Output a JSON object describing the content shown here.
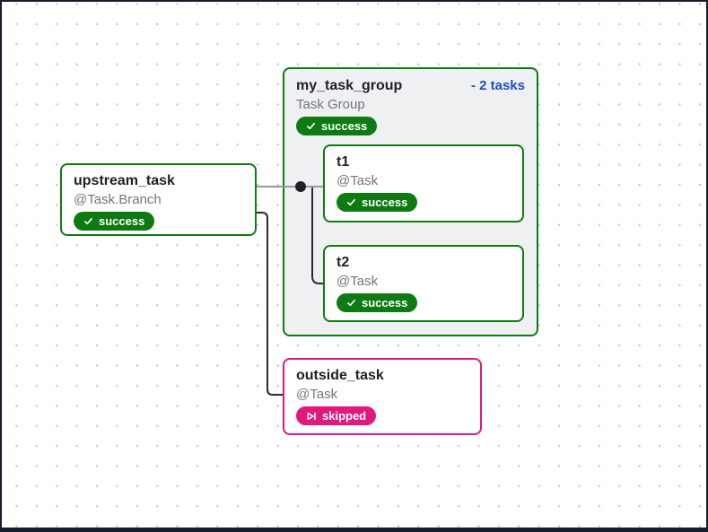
{
  "canvas": {
    "description": "DAG graph view with dotted grid background",
    "frame_color": "#151c2e",
    "dot_color": "#c7c9ce"
  },
  "colors": {
    "success_green": "#0e7a12",
    "skipped_pink": "#e2187d",
    "link_blue": "#1d4fc4",
    "edge_gray": "#97999e",
    "edge_dark": "#2b2b30",
    "group_background": "#eef0f2"
  },
  "task_group": {
    "title": "my_task_group",
    "type_label": "Task Group",
    "collapse_link": "- 2 tasks",
    "status": {
      "label": "success",
      "icon": "check-icon",
      "color": "#0e7a12"
    }
  },
  "nodes": {
    "upstream": {
      "title": "upstream_task",
      "type_label": "@Task.Branch",
      "status": {
        "label": "success",
        "icon": "check-icon",
        "color": "#0e7a12"
      }
    },
    "t1": {
      "title": "t1",
      "type_label": "@Task",
      "status": {
        "label": "success",
        "icon": "check-icon",
        "color": "#0e7a12"
      }
    },
    "t2": {
      "title": "t2",
      "type_label": "@Task",
      "status": {
        "label": "success",
        "icon": "check-icon",
        "color": "#0e7a12"
      }
    },
    "outside": {
      "title": "outside_task",
      "type_label": "@Task",
      "status": {
        "label": "skipped",
        "icon": "skip-icon",
        "color": "#e2187d"
      }
    }
  }
}
